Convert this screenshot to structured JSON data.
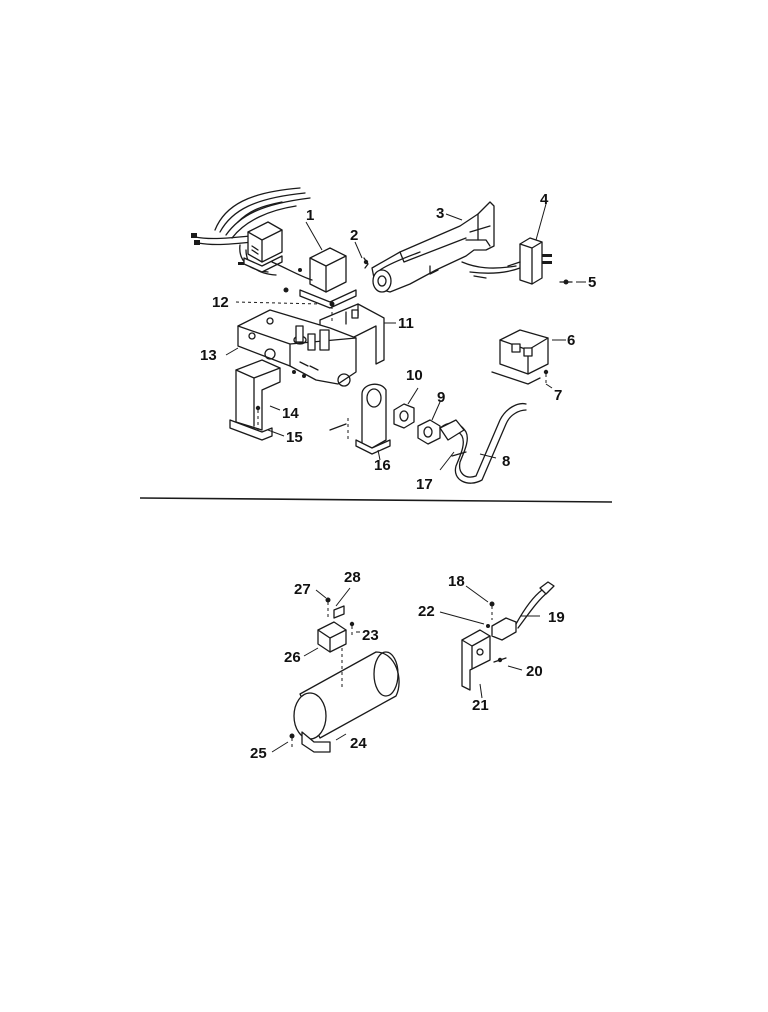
{
  "callouts": {
    "c1": "1",
    "c2": "2",
    "c3": "3",
    "c4": "4",
    "c5": "5",
    "c6": "6",
    "c7": "7",
    "c8": "8",
    "c9": "9",
    "c10": "10",
    "c11": "11",
    "c12": "12",
    "c13": "13",
    "c14": "14",
    "c15": "15",
    "c16": "16",
    "c17": "17",
    "c18": "18",
    "c19": "19",
    "c20": "20",
    "c21": "21",
    "c22": "22",
    "c23": "23",
    "c24": "24",
    "c25": "25",
    "c26": "26",
    "c27": "27",
    "c28": "28"
  },
  "colors": {
    "ink": "#1a1a1a",
    "background": "#ffffff"
  }
}
